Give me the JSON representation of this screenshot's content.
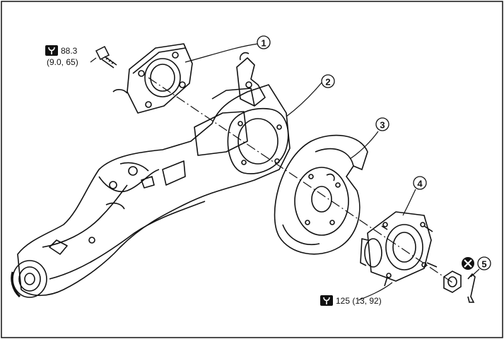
{
  "callouts": [
    {
      "id": "1",
      "label": "1"
    },
    {
      "id": "2",
      "label": "2"
    },
    {
      "id": "3",
      "label": "3"
    },
    {
      "id": "4",
      "label": "4"
    },
    {
      "id": "5",
      "label": "5"
    }
  ],
  "torque_specs": [
    {
      "value": "88.3",
      "alt_units": "(9.0, 65)",
      "icon": "torque-wrench-icon"
    },
    {
      "value": "125 (13, 92)",
      "icon": "torque-wrench-icon"
    }
  ],
  "symbols": {
    "do_not_reuse": "circled-x-icon"
  },
  "colors": {
    "line": "#111111",
    "background": "#ffffff"
  }
}
